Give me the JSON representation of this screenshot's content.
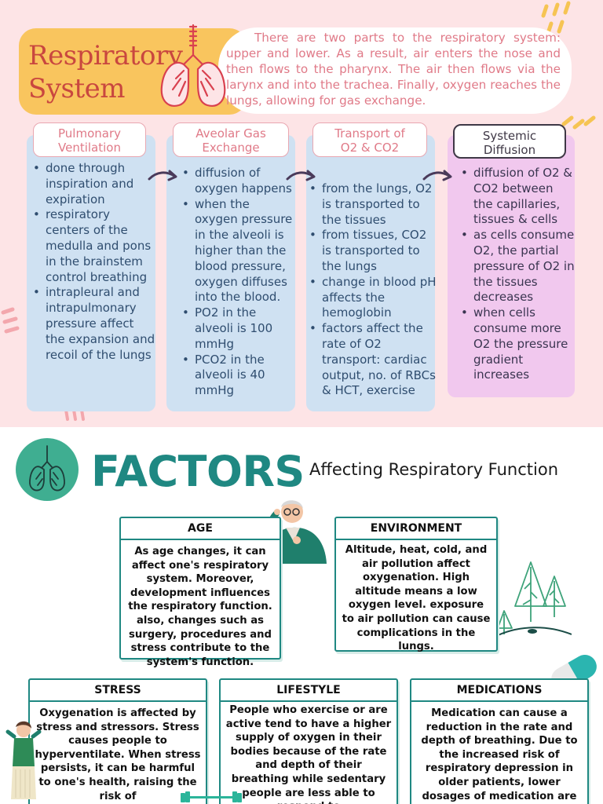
{
  "header": {
    "title_line1": "Respiratory",
    "title_line2": "System",
    "intro": "There are two parts to the respiratory system: upper and lower. As a result, air enters the nose and then flows to the pharynx. The air then flows via the larynx and into the trachea. Finally, oxygen reaches the lungs, allowing for gas exchange."
  },
  "columns": [
    {
      "heading": "Pulmonary Ventilation",
      "items": [
        "done through inspiration and expiration",
        "respiratory centers of the medulla and pons in the brainstem control breathing",
        "intrapleural and intrapulmonary pressure affect the expansion and recoil of the lungs"
      ]
    },
    {
      "heading": "Aveolar Gas Exchange",
      "items": [
        "diffusion of oxygen happens",
        "when the oxygen pressure in the alveoli is higher than the blood pressure, oxygen diffuses into the blood.",
        "PO2 in the alveoli is 100 mmHg",
        "PCO2 in the alveoli is 40 mmHg"
      ]
    },
    {
      "heading": "Transport of O2 & CO2",
      "items": [
        "from the lungs, O2 is transported to the tissues",
        "from tissues, CO2 is transported to the lungs",
        "change in blood pH affects the hemoglobin",
        "factors affect the rate of O2 transport: cardiac output, no. of RBCs & HCT, exercise"
      ]
    },
    {
      "heading": "Systemic Diffusion",
      "items": [
        "diffusion of O2 & CO2 between the capillaries, tissues & cells",
        "as cells consume O2, the partial pressure of O2 in the tissues decreases",
        "when cells consume more O2 the pressure gradient increases"
      ]
    }
  ],
  "factors": {
    "title": "FACTORS",
    "subtitle": "Affecting Respiratory Function",
    "age": {
      "heading": "AGE",
      "body": "As age changes, it can affect one's respiratory system. Moreover, development influences the respiratory function. also, changes such as surgery, procedures and stress contribute to the system's function."
    },
    "environment": {
      "heading": "ENVIRONMENT",
      "body": "Altitude, heat, cold, and air pollution affect oxygenation. High altitude means a low oxygen level. exposure to air pollution can cause complications in the lungs."
    },
    "stress": {
      "heading": "STRESS",
      "body": "Oxygenation is affected by stress and stressors. Stress causes people to hyperventilate.  When stress persists, it can be harmful to one's health, raising the risk of"
    },
    "lifestyle": {
      "heading": "LIFESTYLE",
      "body": "People who exercise or are active tend to have a higher supply of oxygen in their bodies because of the rate and depth of their breathing while sedentary people are less able to respond to"
    },
    "medications": {
      "heading": "MEDICATIONS",
      "body": "Medication can cause a reduction in the rate and depth of breathing.  Due to the increased risk of respiratory depression in older patients, lower dosages of medication are"
    }
  },
  "colors": {
    "top_background": "#fde4e6",
    "title_box": "#f9c55e",
    "title_text": "#c9473f",
    "intro_text": "#e07a88",
    "column_blue": "#cfe1f2",
    "column_pink": "#f1c8ee",
    "teal": "#1f8882",
    "circle_green": "#3fae91"
  },
  "icons": [
    "lungs-icon",
    "arrow-icon",
    "old-man-illustration",
    "trees-illustration",
    "pill-capsule-icon",
    "stressed-woman-illustration"
  ]
}
